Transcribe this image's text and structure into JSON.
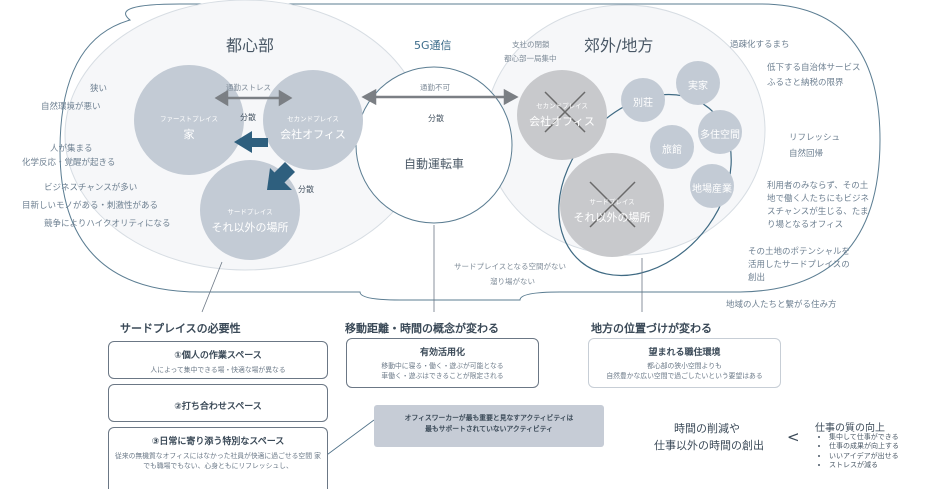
{
  "regions": {
    "center_title": "都心部",
    "suburb_title": "郊外/地方",
    "fiveg": "5G通信",
    "autonomous": "自動運転車"
  },
  "circles": {
    "first_small": "ファーストプレイス",
    "first_main": "家",
    "second_small": "セカンドプレイス",
    "second_main": "会社オフィス",
    "third_small": "サードプレイス",
    "third_main": "それ以外の場所",
    "sub_second_small": "セカンドプレイス",
    "sub_second_main": "会社オフィス",
    "sub_third_small": "サードプレイス",
    "sub_third_main": "それ以外の場所",
    "villa": "別荘",
    "parents": "実家",
    "inn": "旅館",
    "multi": "多住空間",
    "local": "地場産業"
  },
  "labels": {
    "commute_stress": "通勤ストレス",
    "dispersion_1": "分散",
    "dispersion_2": "分散",
    "dispersion_3": "分散",
    "no_commute": "通勤不可",
    "branch_close_1": "支社の閉鎖",
    "branch_close_2": "都心部一局集中",
    "no_third_1": "サードプレイスとなる空間がない",
    "no_third_2": "溜り場がない"
  },
  "left_notes": [
    "狭い",
    "自然環境が悪い",
    "人が集まる",
    "化学反応・覚醒が起きる",
    "ビジネスチャンスが多い",
    "目新しいモノがある・刺激性がある",
    "競争によりハイクオリティになる"
  ],
  "right_notes": {
    "depop": "過疎化するまち",
    "service_1": "低下する自治体サービス",
    "service_2": "ふるさと納税の限界",
    "refresh_1": "リフレッシュ",
    "refresh_2": "自然回帰",
    "users_1": "利用者のみならず、その土",
    "users_2": "地で働く人たちにもビジネ",
    "users_3": "スチャンスが生じる、たま",
    "users_4": "り場となるオフィス",
    "potential_1": "その土地のポテンシャルを",
    "potential_2": "活用したサードプレイスの",
    "potential_3": "創出",
    "connect": "地域の人たちと繋がる住み方"
  },
  "sections": {
    "third_need": {
      "heading": "サードプレイスの必要性",
      "box1_title": "①個人の作業スペース",
      "box1_desc": "人によって集中できる場・快適な場が異なる",
      "box2_title": "②打ち合わせスペース",
      "box3_title": "③日常に寄り添う特別なスペース",
      "box3_desc": "従来の無機質なオフィスにはなかった社員が快適に過ごせる空間 家でも職場でもない、心身ともにリフレッシュし、"
    },
    "movement": {
      "heading": "移動距離・時間の概念が変わる",
      "box_title": "有効活用化",
      "box_desc1": "移動中に寝る・働く・遊ぶが可能となる",
      "box_desc2": "車働く・遊ぶはできることが限定される"
    },
    "regional": {
      "heading": "地方の位置づけが変わる",
      "box_title": "望まれる職住環境",
      "box_desc1": "都心部の狭小空間よりも",
      "box_desc2": "自然豊かな広い空間で過ごしたいという要望はある"
    }
  },
  "callout": {
    "line1": "オフィスワーカーが最も重要と見なすアクティビティは",
    "line2": "最もサポートされていないアクティビティ"
  },
  "comparison": {
    "time_1": "時間の削減や",
    "time_2": "仕事以外の時間の創出",
    "less_than": "<",
    "quality_title": "仕事の質の向上",
    "bullets": [
      "集中して仕事ができる",
      "仕事の成果が向上する",
      "いいアイデアが出せる",
      "ストレスが減る"
    ]
  },
  "colors": {
    "circle_fill": "#c8cfd8",
    "arrow_teal": "#2e5f7e",
    "outline": "#4f7188",
    "callout_fill": "#c6ccd6"
  }
}
